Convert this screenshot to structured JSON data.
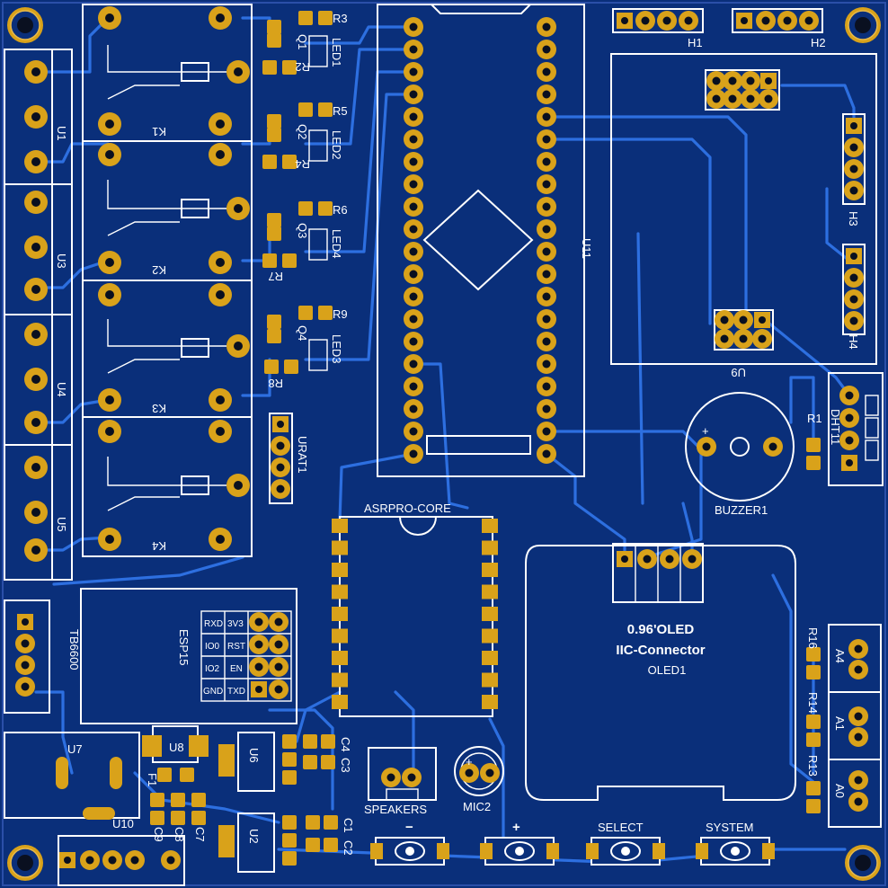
{
  "components": {
    "relays": [
      "K1",
      "K2",
      "K3",
      "K4"
    ],
    "terminals": [
      "U1",
      "U3",
      "U4",
      "U5"
    ],
    "resistors": [
      "R3",
      "R2",
      "R5",
      "R4",
      "R6",
      "R7",
      "R9",
      "R8",
      "R1",
      "R16",
      "R14",
      "R13"
    ],
    "transistors": [
      "Q1",
      "Q2",
      "Q3",
      "Q4"
    ],
    "leds": [
      "LED1",
      "LED2",
      "LED4",
      "LED3"
    ],
    "headers": [
      "H1",
      "H2",
      "H3",
      "H4"
    ],
    "mcu": "U11",
    "module": "U9",
    "sensor": "DHT11",
    "buzzer": "BUZZER1",
    "uart": "URAT1",
    "core": "ASRPRO-CORE",
    "oled_title": "0.96'OLED",
    "oled_subtitle": "IIC-Connector",
    "oled_ref": "OLED1",
    "wifi": "ESP15",
    "esp_pins": [
      "RXD",
      "3V3",
      "IO0",
      "RST",
      "IO2",
      "EN",
      "GND",
      "TXD"
    ],
    "driver": "TB6600",
    "regulators": [
      "U7",
      "U8",
      "U6",
      "U2",
      "U10"
    ],
    "capacitors": [
      "C4",
      "C3",
      "C1",
      "C2",
      "C9",
      "C8",
      "C7"
    ],
    "fuse": "F1",
    "speakers": "SPEAKERS",
    "mic": "MIC2",
    "analog": [
      "A4",
      "A1",
      "A0"
    ],
    "buttons": [
      "−",
      "+",
      "SELECT",
      "SYSTEM"
    ],
    "polarity": "+"
  }
}
